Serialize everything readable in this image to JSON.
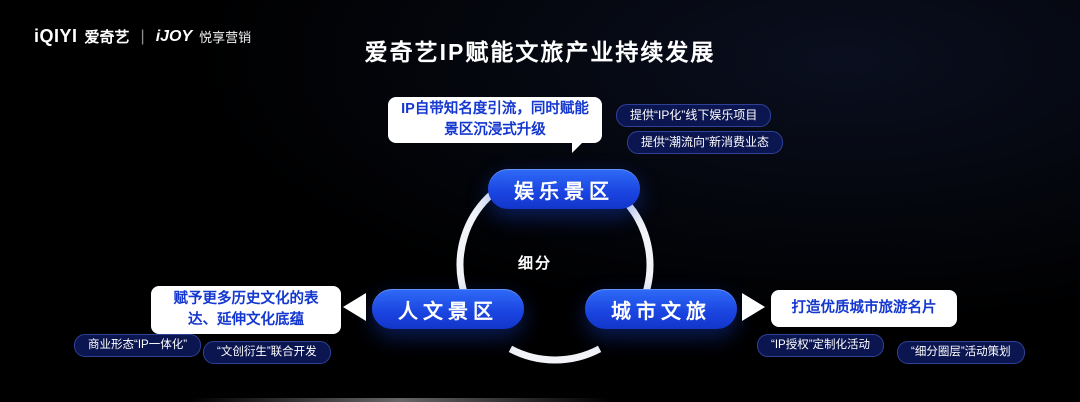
{
  "header": {
    "logo": {
      "iqiyi_mark": "iQIYI",
      "iqiyi_cn": "爱奇艺",
      "divider": "|",
      "ijoy_mark": "iJOY",
      "ijoy_cn": "悦享营销"
    },
    "title": "爱奇艺IP赋能文旅产业持续发展"
  },
  "diagram": {
    "center_label": "细分",
    "nodes": {
      "top": "娱乐景区",
      "left": "人文景区",
      "right": "城市文旅"
    },
    "callouts": {
      "top": {
        "lines": [
          "IP自带知名度引流，同时赋能",
          "景区沉浸式升级"
        ]
      },
      "left": {
        "lines": [
          "赋予更多历史文化的表",
          "达、延伸文化底蕴"
        ]
      },
      "right": {
        "lines": [
          "打造优质城市旅游名片"
        ]
      }
    },
    "tags": {
      "top_right": [
        "提供“IP化”线下娱乐项目",
        "提供“潮流向”新消费业态"
      ],
      "bottom_left": [
        "商业形态“IP一体化”",
        "“文创衍生”联合开发"
      ],
      "bottom_right": [
        "“IP授权”定制化活动",
        "“细分圈层”活动策划"
      ]
    }
  },
  "colors": {
    "background": "#000000",
    "node_blue": "#1f52ec",
    "callout_text_blue": "#1437cf",
    "tag_bg": "#0b1550",
    "tag_border": "#2e4196",
    "white": "#ffffff"
  }
}
